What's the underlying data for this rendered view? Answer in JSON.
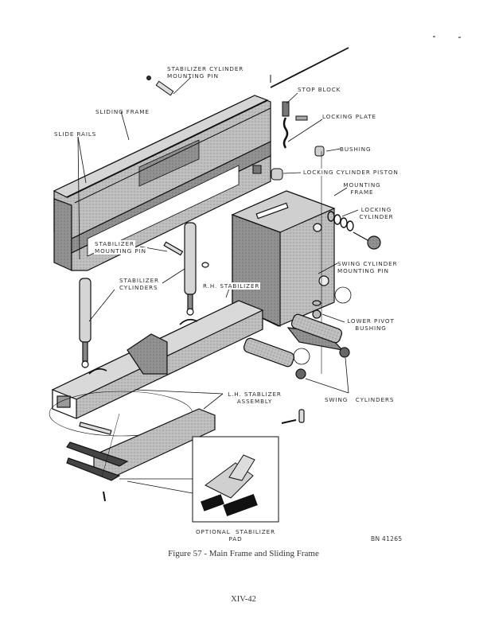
{
  "figure": {
    "caption": "Figure 57 - Main Frame and Sliding Frame",
    "drawing_number": "BN 41265",
    "page_number": "XIV-42"
  },
  "callouts": {
    "stabilizer_cylinder_mounting_pin": [
      "STABILIZER CYLINDER",
      "MOUNTING PIN"
    ],
    "stop_block": "STOP BLOCK",
    "sliding_frame": "SLIDING FRAME",
    "locking_plate": "LOCKING PLATE",
    "slide_rails": "SLIDE RAILS",
    "bushing": "BUSHING",
    "locking_cylinder_piston": "LOCKING CYLINDER PISTON",
    "mounting_frame": [
      "MOUNTING",
      "FRAME"
    ],
    "locking_cylinder": [
      "LOCKING",
      "CYLINDER"
    ],
    "stabilizer_mounting_pin": [
      "STABILIZER",
      "MOUNTING PIN"
    ],
    "swing_cylinder_mounting_pin": [
      "SWING CYLINDER",
      "MOUNTING PIN"
    ],
    "stabilizer_cylinders": [
      "STABILIZER",
      "CYLINDERS"
    ],
    "rh_stabilizer": "R.H. STABILIZER",
    "lower_pivot_bushing": [
      "LOWER PIVOT",
      "BUSHING"
    ],
    "lh_stabilizer_assembly": [
      "L.H. STABLIZER",
      "ASSEMBLY"
    ],
    "swing_cylinders": "SWING   CYLINDERS",
    "optional_stabilizer_pad": [
      "OPTIONAL  STABILIZER",
      "PAD"
    ]
  }
}
